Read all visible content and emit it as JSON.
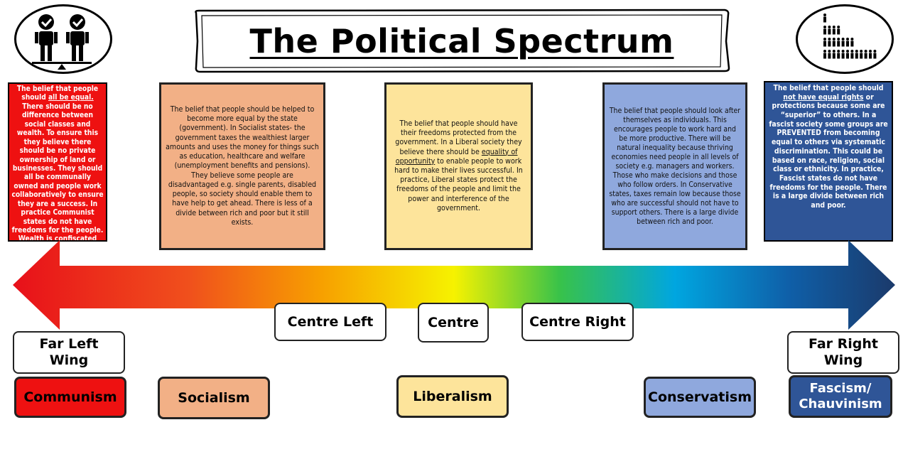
{
  "title": "The Political Spectrum",
  "icons": {
    "left": "equality-scale-icon",
    "right": "hierarchy-pyramid-icon"
  },
  "colors": {
    "communism": "#ee1111",
    "socialism": "#f2b086",
    "liberalism": "#fde49b",
    "conservatism": "#8fa8dd",
    "fascism": "#2f5597"
  },
  "descriptions": {
    "communism": {
      "p1": "The belief that people should ",
      "u1": "all be equal.",
      "p2": " There should be no difference between social classes and wealth. To ensure this they believe there should be no private ownership of land or businesses. They should all be communally owned and people work collaboratively to ensure they are a success. In practice Communist states do not have freedoms for the people. Wealth is confiscated from the rich and redistributed by force."
    },
    "socialism": {
      "text": "The belief that people should be helped to become more equal by the state (government). In Socialist states- the government taxes the wealthiest larger amounts and uses the money for things such as education, healthcare and welfare (unemployment benefits and pensions). They believe some people are disadvantaged e.g. single parents, disabled people, so society should enable them to have help to get ahead. There is less of a divide between rich and poor but it still exists."
    },
    "liberalism": {
      "p1": "The belief that people should have their freedoms protected from the government. In a Liberal society they believe there should be ",
      "u1": "equality of opportunity",
      "p2": " to enable people to work hard to make their lives successful. In practice, Liberal states protect the freedoms of the people and limit the power and interference of the government."
    },
    "conservatism": {
      "text": "The belief that people should look after themselves as individuals. This encourages people to work hard and be more productive. There will be natural inequality because thriving economies need people in all levels of society e.g. managers and workers. Those who make decisions and those who follow orders. In Conservative states, taxes remain low because those who are successful should not have to support others. There is a large divide between rich and poor."
    },
    "fascism": {
      "p1": "The belief that people should ",
      "u1": "not have equal rights",
      "p2": " or protections because some are “superior” to others. In a fascist society some groups are PREVENTED from becoming equal to others via systematic discrimination. This could be based on race, religion, social class or ethnicity. In practice, Fascist states do not have freedoms for the people. There is a large divide between rich and poor."
    }
  },
  "positions": {
    "far_left": "Far Left Wing",
    "centre_left": "Centre Left",
    "centre": "Centre",
    "centre_right": "Centre Right",
    "far_right": "Far Right Wing"
  },
  "ideologies": {
    "communism": "Communism",
    "socialism": "Socialism",
    "liberalism": "Liberalism",
    "conservatism": "Conservatism",
    "fascism": "Fascism/ Chauvinism"
  }
}
